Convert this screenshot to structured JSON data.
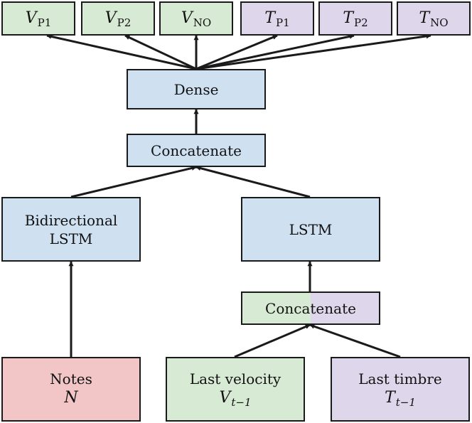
{
  "outputs": {
    "v_p1": {
      "base": "V",
      "sub": "P1"
    },
    "v_p2": {
      "base": "V",
      "sub": "P2"
    },
    "v_no": {
      "base": "V",
      "sub": "NO"
    },
    "t_p1": {
      "base": "T",
      "sub": "P1"
    },
    "t_p2": {
      "base": "T",
      "sub": "P2"
    },
    "t_no": {
      "base": "T",
      "sub": "NO"
    }
  },
  "dense": {
    "label": "Dense"
  },
  "concat_top": {
    "label": "Concatenate"
  },
  "bilstm": {
    "line1": "Bidirectional",
    "line2": "LSTM"
  },
  "lstm": {
    "label": "LSTM"
  },
  "concat_bottom": {
    "label": "Concatenate"
  },
  "notes": {
    "label": "Notes",
    "symbol": "N"
  },
  "last_velocity": {
    "label": "Last velocity",
    "symbol": "V",
    "sub": "t−1"
  },
  "last_timbre": {
    "label": "Last timbre",
    "symbol": "T",
    "sub": "t−1"
  },
  "colors": {
    "blue": "#cfe0f1",
    "green": "#d7ead3",
    "purple": "#ded6ea",
    "red": "#f2c6c6",
    "stroke": "#1a1a1a"
  }
}
